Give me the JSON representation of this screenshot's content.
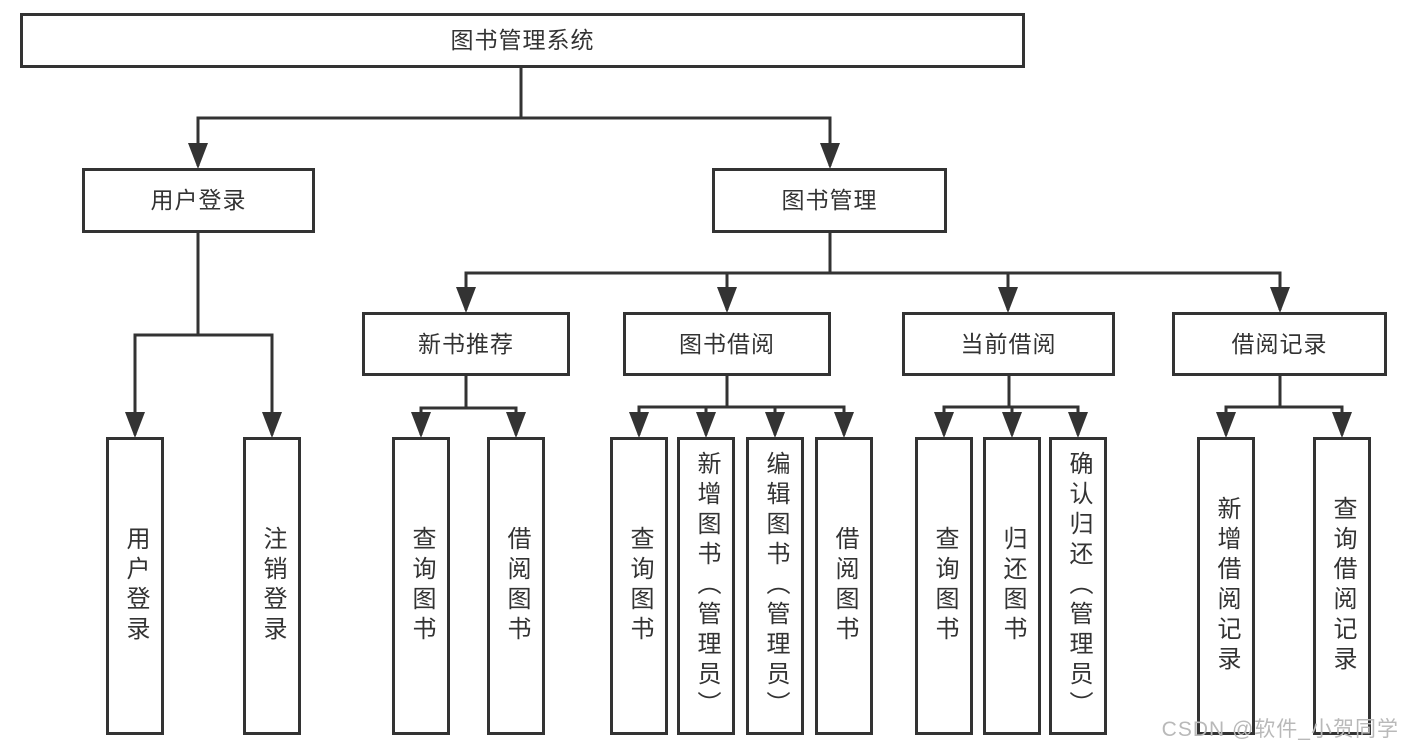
{
  "diagram": {
    "root": {
      "label": "图书管理系统"
    },
    "level2": [
      {
        "label": "用户登录"
      },
      {
        "label": "图书管理"
      }
    ],
    "level3": [
      {
        "label": "新书推荐"
      },
      {
        "label": "图书借阅"
      },
      {
        "label": "当前借阅"
      },
      {
        "label": "借阅记录"
      }
    ],
    "leaves": [
      {
        "label": "用户登录"
      },
      {
        "label": "注销登录"
      },
      {
        "label": "查询图书"
      },
      {
        "label": "借阅图书"
      },
      {
        "label": "查询图书"
      },
      {
        "label": "新增图书（管理员）"
      },
      {
        "label": "编辑图书（管理员）"
      },
      {
        "label": "借阅图书"
      },
      {
        "label": "查询图书"
      },
      {
        "label": "归还图书"
      },
      {
        "label": "确认归还（管理员）"
      },
      {
        "label": "新增借阅记录"
      },
      {
        "label": "查询借阅记录"
      }
    ],
    "watermark": "CSDN @软件_小贺同学",
    "colors": {
      "line": "#333333",
      "text": "#333333",
      "box_background": "#ffffff",
      "page_background": "#ffffff",
      "watermark": "#b9b9b9"
    }
  }
}
